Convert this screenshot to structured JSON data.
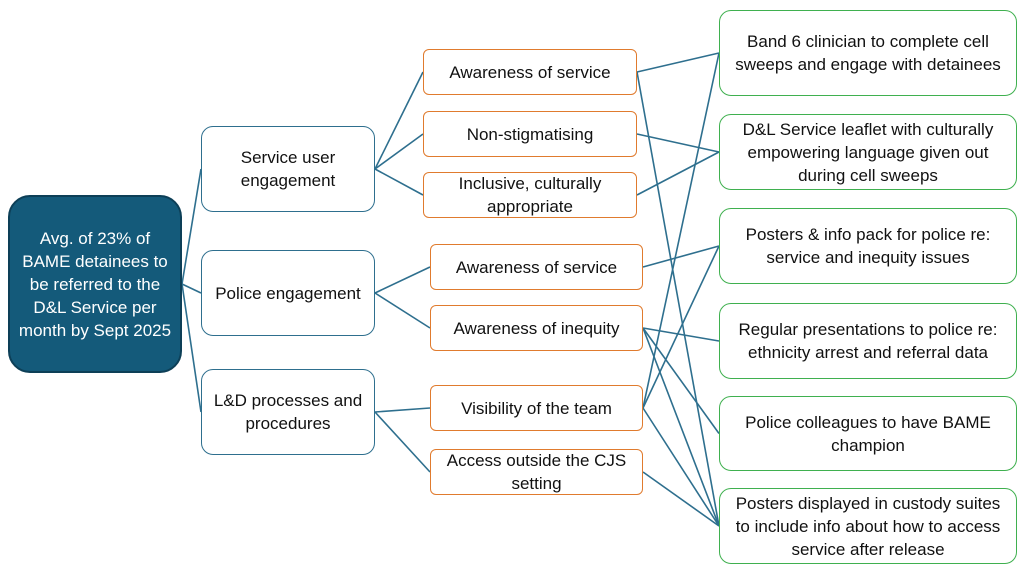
{
  "goal": "Avg. of 23% of BAME detainees to be referred to the D&L Service per month by Sept 2025",
  "drivers": [
    {
      "id": "su",
      "label": "Service user engagement"
    },
    {
      "id": "pe",
      "label": "Police engagement"
    },
    {
      "id": "ld",
      "label": "L&D processes and procedures"
    }
  ],
  "secondary_drivers": [
    {
      "id": "s1",
      "label": "Awareness of service"
    },
    {
      "id": "s2",
      "label": "Non-stigmatising"
    },
    {
      "id": "s3",
      "label": "Inclusive, culturally appropriate"
    },
    {
      "id": "s4",
      "label": "Awareness of service"
    },
    {
      "id": "s5",
      "label": "Awareness of inequity"
    },
    {
      "id": "s6",
      "label": "Visibility of the team"
    },
    {
      "id": "s7",
      "label": "Access outside the CJS setting"
    }
  ],
  "change_ideas": [
    {
      "id": "c1",
      "label": "Band 6 clinician to complete cell sweeps and engage with detainees"
    },
    {
      "id": "c2",
      "label": "D&L Service leaflet with culturally empowering language given out during cell sweeps"
    },
    {
      "id": "c3",
      "label": "Posters & info pack for police re: service and inequity issues"
    },
    {
      "id": "c4",
      "label": "Regular presentations to police re: ethnicity arrest and referral data"
    },
    {
      "id": "c5",
      "label": "Police colleagues to have BAME champion"
    },
    {
      "id": "c6",
      "label": "Posters displayed in custody suites to include info about how to access service after release"
    }
  ],
  "connections": [
    [
      "goal",
      "su"
    ],
    [
      "goal",
      "pe"
    ],
    [
      "goal",
      "ld"
    ],
    [
      "su",
      "s1"
    ],
    [
      "su",
      "s2"
    ],
    [
      "su",
      "s3"
    ],
    [
      "pe",
      "s4"
    ],
    [
      "pe",
      "s5"
    ],
    [
      "ld",
      "s6"
    ],
    [
      "ld",
      "s7"
    ],
    [
      "s1",
      "c1"
    ],
    [
      "s1",
      "c6"
    ],
    [
      "s2",
      "c2"
    ],
    [
      "s3",
      "c2"
    ],
    [
      "s4",
      "c3"
    ],
    [
      "s5",
      "c4"
    ],
    [
      "s5",
      "c5"
    ],
    [
      "s5",
      "c6"
    ],
    [
      "s6",
      "c1"
    ],
    [
      "s6",
      "c3"
    ],
    [
      "s6",
      "c6"
    ],
    [
      "s7",
      "c6"
    ]
  ],
  "colors": {
    "goal_fill": "#145a7a",
    "driver_border": "#2e6f8e",
    "secondary_border": "#e07b2e",
    "change_border": "#3fb04f",
    "connector": "#2e6f8e"
  }
}
